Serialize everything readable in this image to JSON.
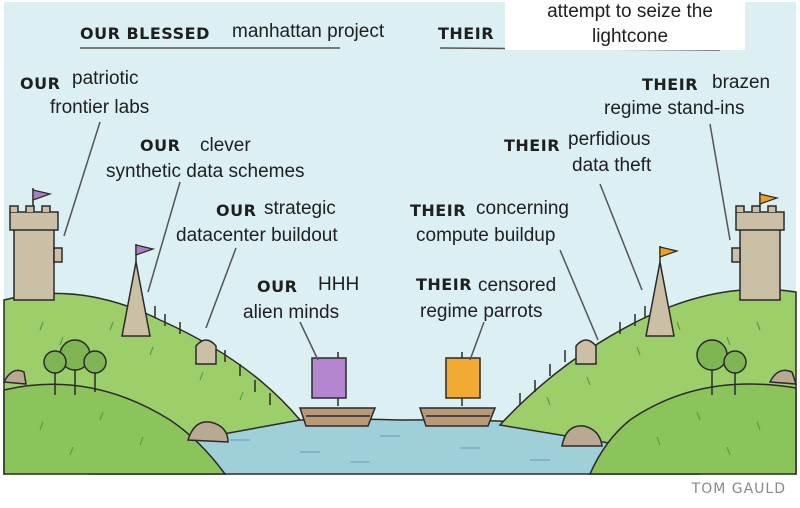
{
  "title": {
    "ours": "OUR BLESSED",
    "middle": "manhattan project",
    "theirs": "THEIR",
    "theirs_line1": "attempt to seize the",
    "theirs_line2": "lightcone"
  },
  "left_labels": [
    {
      "prefix": "OUR",
      "line1": "patriotic",
      "line2": "frontier labs"
    },
    {
      "prefix": "OUR",
      "line1": "clever",
      "line2": "synthetic data schemes"
    },
    {
      "prefix": "OUR",
      "line1": "strategic",
      "line2": "datacenter buildout"
    },
    {
      "prefix": "OUR",
      "line1": "HHH",
      "line2": "alien minds"
    }
  ],
  "right_labels": [
    {
      "prefix": "THEIR",
      "line1": "brazen",
      "line2": "regime stand-ins"
    },
    {
      "prefix": "THEIR",
      "line1": "perfidious",
      "line2": "data theft"
    },
    {
      "prefix": "THEIR",
      "line1": "concerning",
      "line2": "compute buildup"
    },
    {
      "prefix": "THEIR",
      "line1": "censored",
      "line2": "regime parrots"
    }
  ],
  "credit": "TOM GAULD",
  "colors": {
    "sky": "#dceff3",
    "hill": "#9ccf6a",
    "hill_dark": "#7fb553",
    "water": "#9fcfd9",
    "tower": "#cbbfa6",
    "flag_ours": "#a97fc4",
    "flag_theirs": "#f0a020",
    "sail_ours": "#b486cf",
    "sail_theirs": "#f2aa32",
    "hull": "#b89a78",
    "outline": "#2a2a2a"
  }
}
